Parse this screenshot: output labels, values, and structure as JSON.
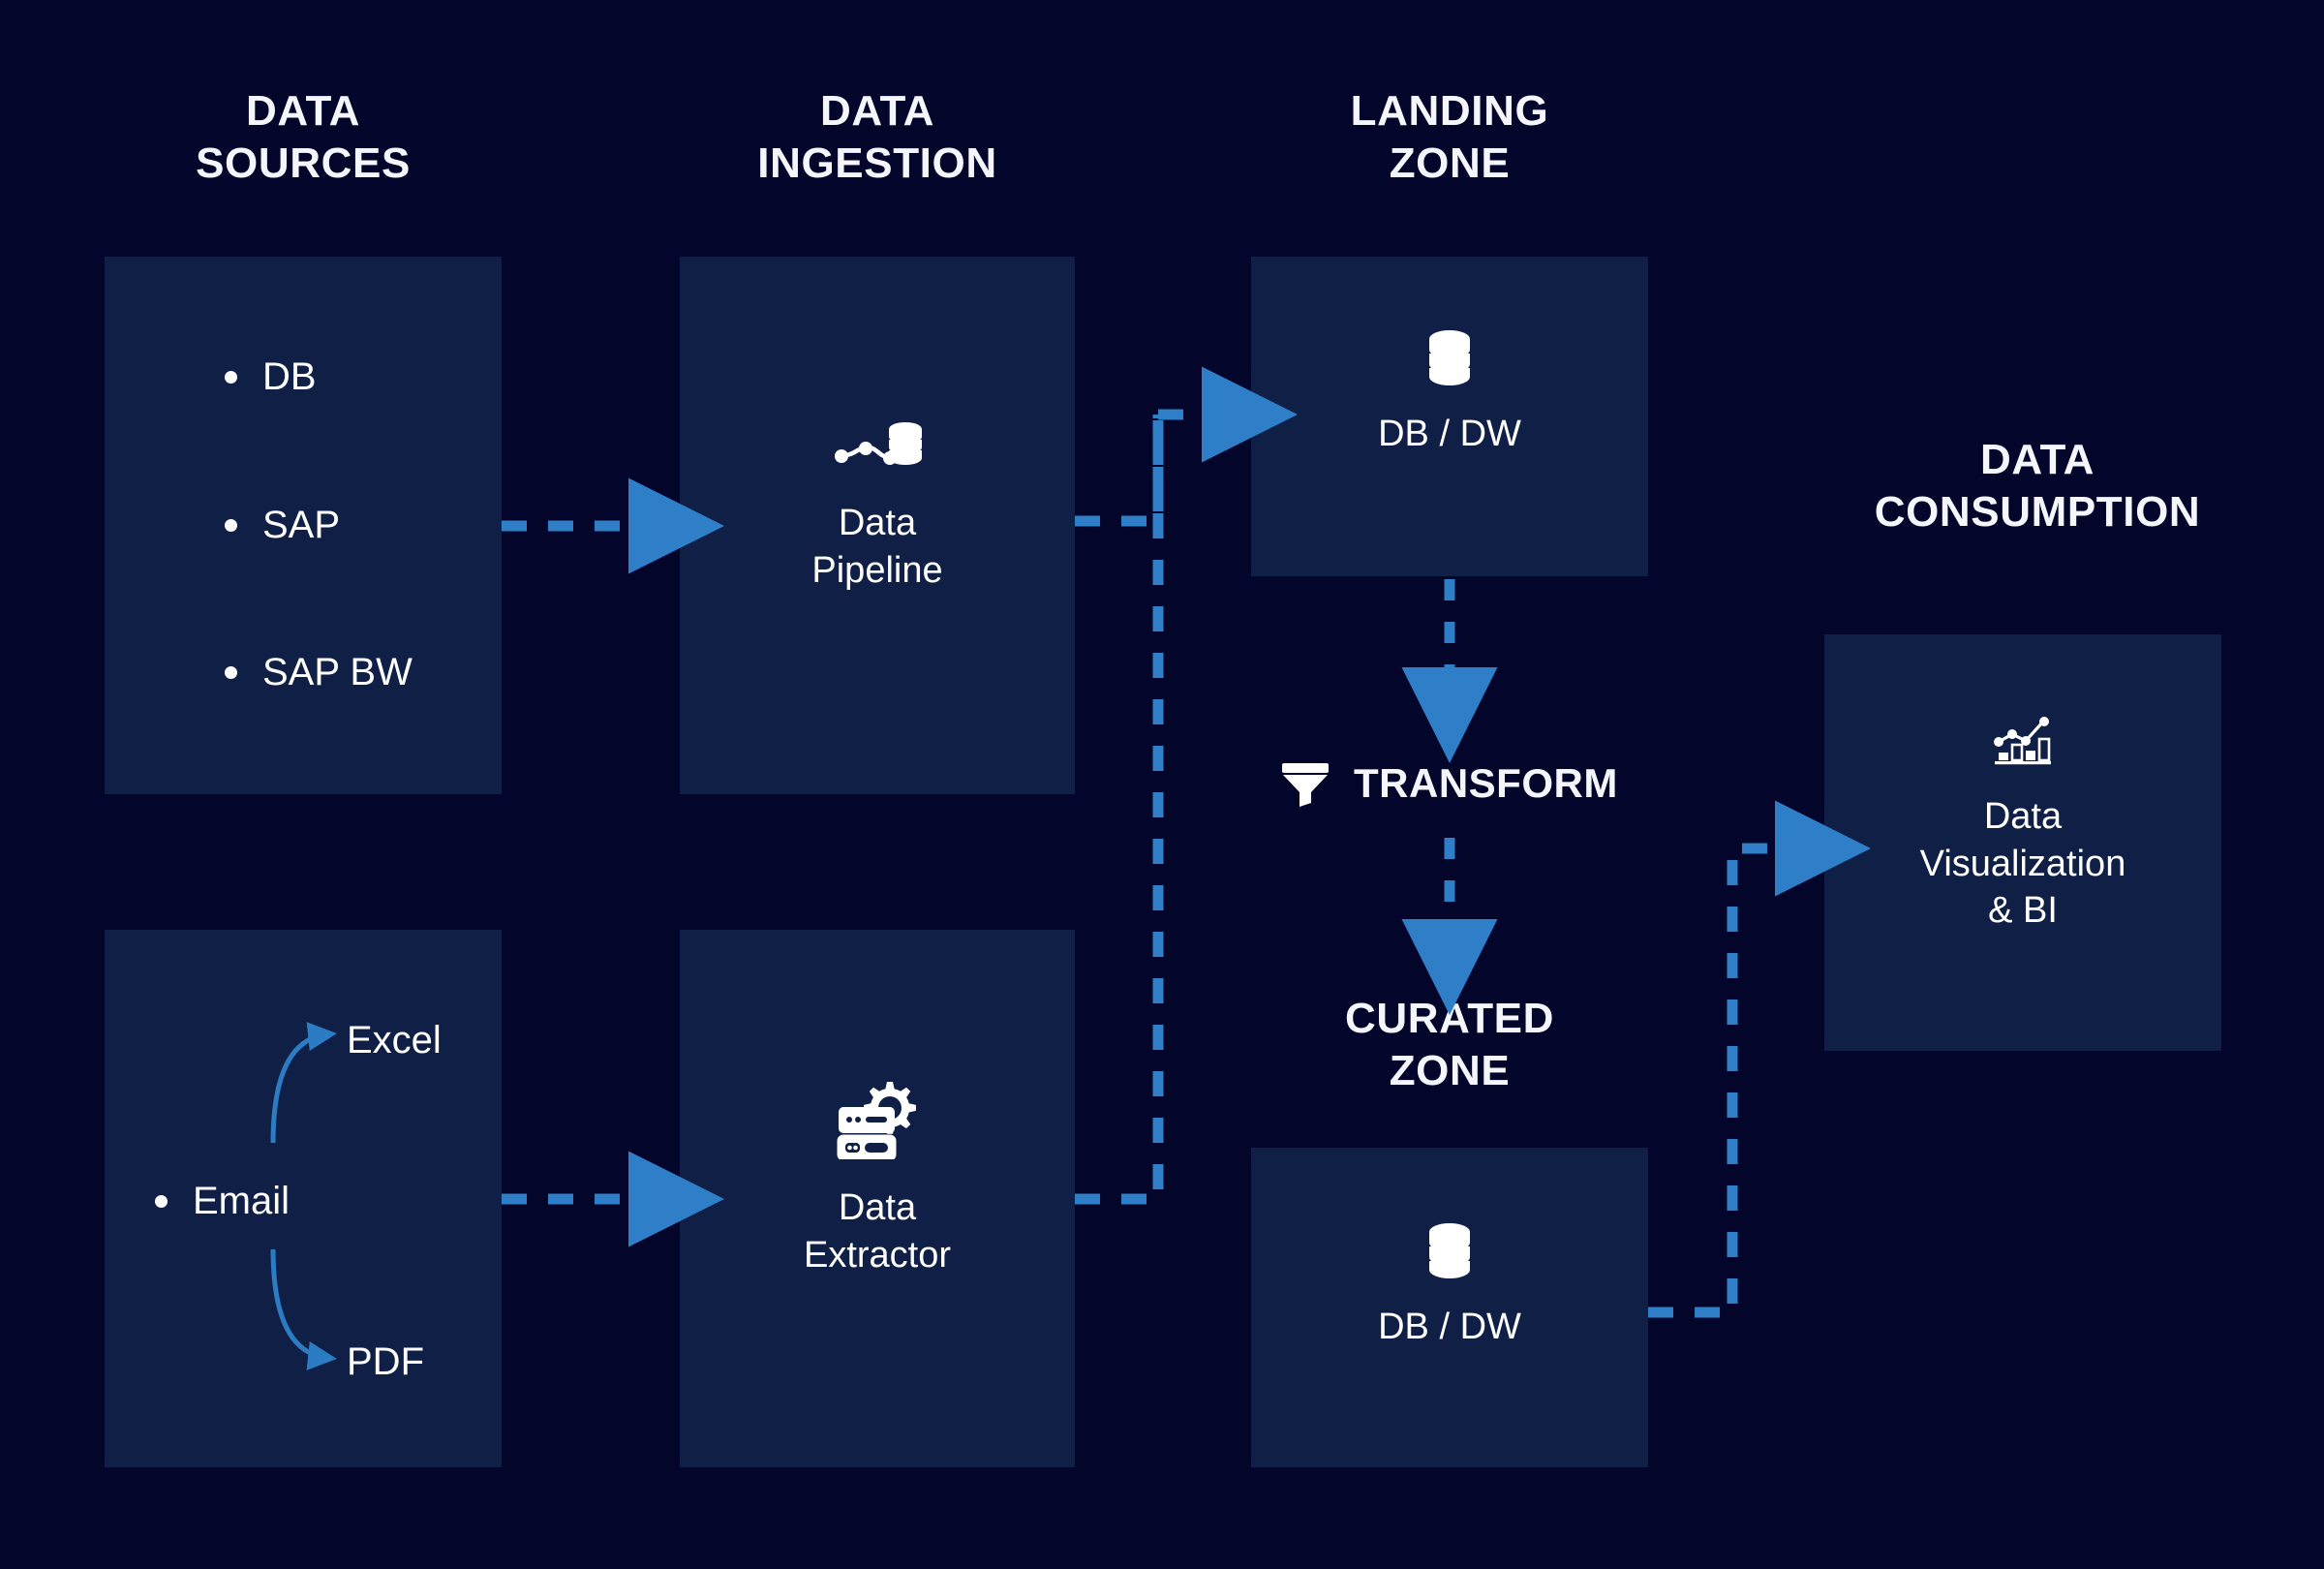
{
  "theme": {
    "background": "#03052a",
    "panel_fill": "#101f46",
    "accent_blue": "#2f7fc8",
    "curve_blue": "#2b7cc2",
    "text_white": "#ffffff",
    "heading_white": "#f4f6fb"
  },
  "columns": [
    {
      "id": "data-sources",
      "title": "DATA\nSOURCES"
    },
    {
      "id": "data-ingestion",
      "title": "DATA\nINGESTION"
    },
    {
      "id": "landing-zone",
      "title": "LANDING\nZONE"
    },
    {
      "id": "data-consumption",
      "title": "DATA\nCONSUMPTION"
    }
  ],
  "sources": {
    "structured": {
      "items": [
        {
          "label": "DB"
        },
        {
          "label": "SAP"
        },
        {
          "label": "SAP BW"
        }
      ]
    },
    "unstructured": {
      "items": [
        {
          "label": "Email"
        }
      ],
      "outputs": [
        {
          "label": "Excel",
          "direction": "up"
        },
        {
          "label": "PDF",
          "direction": "down"
        }
      ]
    }
  },
  "ingestion": {
    "nodes": [
      {
        "id": "data-pipeline",
        "icon": "data-pipeline-icon",
        "label": "Data\nPipeline"
      },
      {
        "id": "data-extractor",
        "icon": "data-extractor-icon",
        "label": "Data\nExtractor"
      }
    ]
  },
  "landing_zone": {
    "node": {
      "id": "landing-db-dw",
      "icon": "database-icon",
      "label": "DB / DW"
    }
  },
  "transform": {
    "label": "TRANSFORM",
    "icon": "funnel-icon"
  },
  "curated_zone": {
    "title": "CURATED\nZONE",
    "node": {
      "id": "curated-db-dw",
      "icon": "database-icon",
      "label": "DB / DW"
    }
  },
  "consumption": {
    "node": {
      "id": "data-viz-bi",
      "icon": "analytics-chart-icon",
      "label": "Data\nVisualization\n& BI"
    }
  },
  "connectors": [
    {
      "id": "sources-to-pipeline",
      "from": "data-sources-box",
      "to": "data-pipeline-box",
      "style": "dashed-arrow"
    },
    {
      "id": "sources-to-extractor",
      "from": "email-box",
      "to": "data-extractor-box",
      "style": "dashed-arrow"
    },
    {
      "id": "pipeline-to-landing",
      "from": "data-pipeline-box",
      "to": "landing-zone-box",
      "style": "dashed-elbow-arrow"
    },
    {
      "id": "extractor-to-landing",
      "from": "data-extractor-box",
      "to": "landing-zone-box",
      "style": "dashed-elbow-arrow"
    },
    {
      "id": "landing-to-transform",
      "from": "landing-zone-box",
      "to": "transform-marker",
      "style": "dashed-arrow-down"
    },
    {
      "id": "transform-to-curated",
      "from": "transform-marker",
      "to": "curated-zone-box",
      "style": "dashed-arrow-down"
    },
    {
      "id": "curated-to-consumption",
      "from": "curated-zone-box",
      "to": "consumption-box",
      "style": "dashed-elbow-arrow"
    }
  ]
}
